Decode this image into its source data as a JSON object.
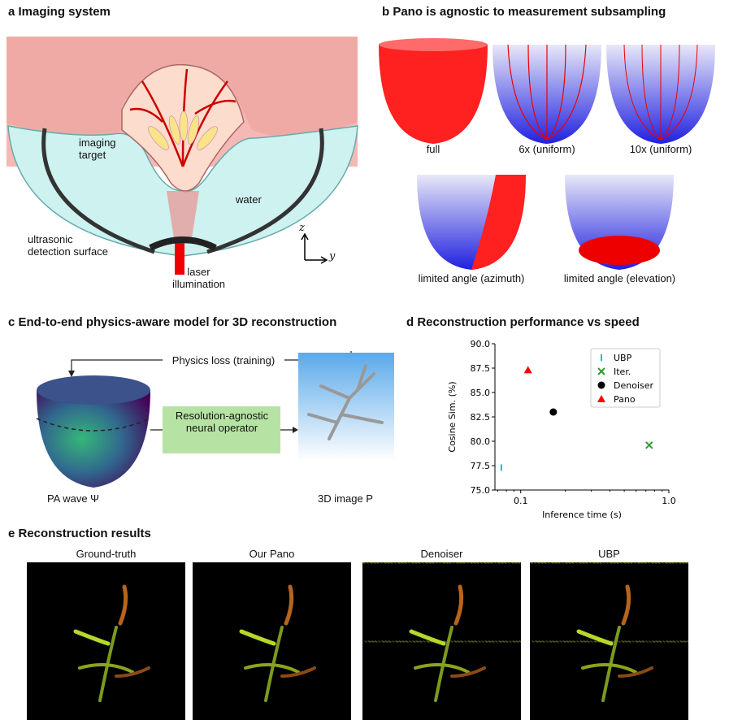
{
  "panel_a": {
    "title": "a Imaging system",
    "labels": {
      "target": "imaging\ntarget",
      "water": "water",
      "surface": "ultrasonic\ndetection surface",
      "laser": "laser\nillumination",
      "axis_z": "z",
      "axis_y": "y"
    }
  },
  "panel_b": {
    "title": "b Pano is agnostic to measurement subsampling",
    "items": [
      {
        "label": "full"
      },
      {
        "label": "6x (uniform)"
      },
      {
        "label": "10x (uniform)"
      },
      {
        "label": "limited angle (azimuth)"
      },
      {
        "label": "limited angle (elevation)"
      }
    ]
  },
  "panel_c": {
    "title": "c End-to-end physics-aware model for 3D reconstruction",
    "physics_loss": "Physics loss (training)",
    "operator": "Resolution-agnostic neural operator",
    "wave": "PA wave Ψ",
    "image": "3D image P"
  },
  "panel_d": {
    "title": "d Reconstruction performance vs speed"
  },
  "chart_data": {
    "type": "scatter",
    "title": "",
    "xlabel": "Inference time (s)",
    "ylabel": "Cosine Sim. (%)",
    "xscale": "log",
    "xlim": [
      0.067,
      1.0
    ],
    "ylim": [
      75.0,
      90.0
    ],
    "xticks": [
      "0.1",
      "1.0"
    ],
    "yticks": [
      "75.0",
      "77.5",
      "80.0",
      "82.5",
      "85.0",
      "87.5",
      "90.0"
    ],
    "legend_position": "top-right",
    "series": [
      {
        "name": "UBP",
        "marker": "|",
        "color": "#17becf",
        "x": 0.074,
        "y": 77.3
      },
      {
        "name": "Iter.",
        "marker": "x",
        "color": "#2ca02c",
        "x": 0.736,
        "y": 79.6
      },
      {
        "name": "Denoiser",
        "marker": "o",
        "color": "#000000",
        "x": 0.166,
        "y": 83.0
      },
      {
        "name": "Pano",
        "marker": "^",
        "color": "#ff0000",
        "x": 0.112,
        "y": 87.3
      }
    ]
  },
  "panel_e": {
    "title": "e Reconstruction results",
    "images": [
      {
        "label": "Ground-truth"
      },
      {
        "label": "Our Pano"
      },
      {
        "label": "Denoiser"
      },
      {
        "label": "UBP"
      }
    ]
  }
}
